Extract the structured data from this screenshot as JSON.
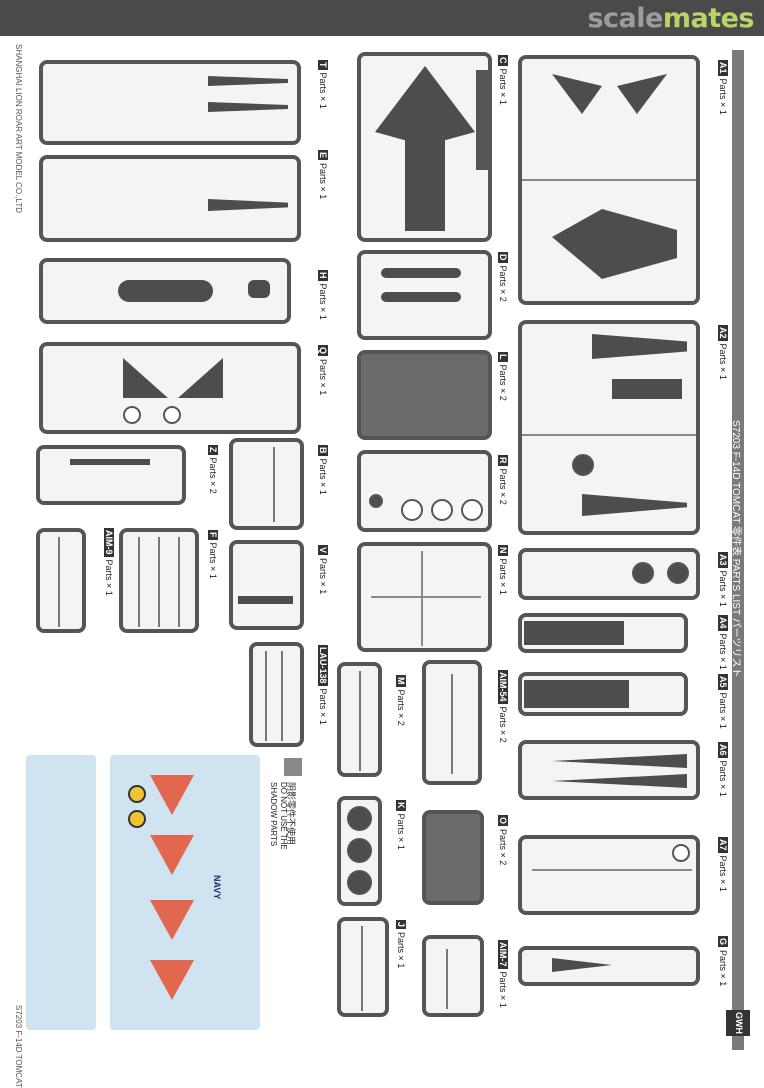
{
  "site": {
    "logo_a": "scale",
    "logo_b": "mates"
  },
  "header": {
    "manufacturer": "SHANGHAI LION ROAR ART MODEL CO.,LTD",
    "parts_list_title": "S7203  F-14D  TOMCAT  零件表  PARTS LIST  パーツリスト",
    "brand": "GWH",
    "footer": "S7203  F-14D  TOMCAT"
  },
  "sprues": [
    {
      "code": "A1",
      "qty": "Parts × 1"
    },
    {
      "code": "A2",
      "qty": "Parts × 1"
    },
    {
      "code": "A3",
      "qty": "Parts × 1"
    },
    {
      "code": "A4",
      "qty": "Parts × 1"
    },
    {
      "code": "A5",
      "qty": "Parts × 1"
    },
    {
      "code": "A6",
      "qty": "Parts × 1"
    },
    {
      "code": "A7",
      "qty": "Parts × 1"
    },
    {
      "code": "G",
      "qty": "Parts × 1"
    },
    {
      "code": "C",
      "qty": "Parts × 1"
    },
    {
      "code": "D",
      "qty": "Parts × 2"
    },
    {
      "code": "L",
      "qty": "Parts × 2"
    },
    {
      "code": "R",
      "qty": "Parts × 2"
    },
    {
      "code": "N",
      "qty": "Parts × 1"
    },
    {
      "code": "AIM-54",
      "qty": "Parts × 2"
    },
    {
      "code": "O",
      "qty": "Parts × 2"
    },
    {
      "code": "AIM-7",
      "qty": "Parts × 1"
    },
    {
      "code": "T",
      "qty": "Parts × 1"
    },
    {
      "code": "E",
      "qty": "Parts × 1"
    },
    {
      "code": "H",
      "qty": "Parts × 1"
    },
    {
      "code": "Q",
      "qty": "Parts × 1"
    },
    {
      "code": "B",
      "qty": "Parts × 1"
    },
    {
      "code": "V",
      "qty": "Parts × 1"
    },
    {
      "code": "LAU-138",
      "qty": "Parts × 1"
    },
    {
      "code": "M",
      "qty": "Parts × 2"
    },
    {
      "code": "K",
      "qty": "Parts × 1"
    },
    {
      "code": "J",
      "qty": "Parts × 1"
    },
    {
      "code": "Z",
      "qty": "Parts × 2"
    },
    {
      "code": "F",
      "qty": "Parts × 1"
    },
    {
      "code": "AIM-9",
      "qty": "Parts × 1"
    }
  ],
  "notice": {
    "cn": "阴影零件不使用",
    "en1": "DO NOT USE THE",
    "en2": "SHADOW PARTS"
  },
  "decal": {
    "navy": "NAVY"
  }
}
